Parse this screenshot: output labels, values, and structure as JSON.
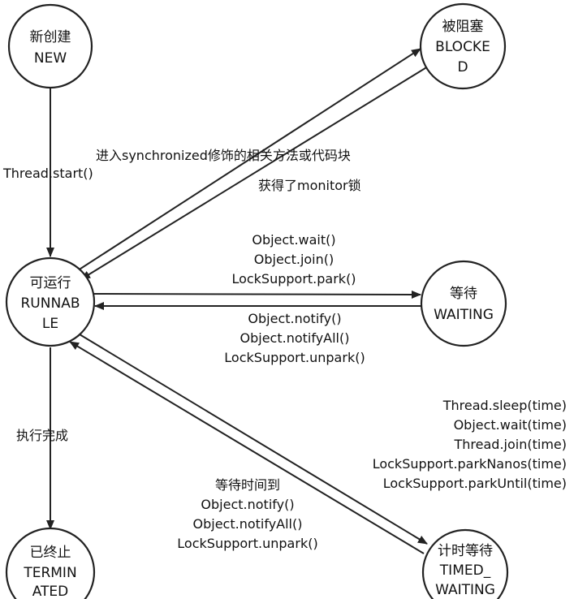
{
  "states": {
    "new": {
      "line1": "新创建",
      "line2": "NEW"
    },
    "blocked": {
      "line1": "被阻塞",
      "line2": "BLOCKE",
      "line3": "D"
    },
    "runnable": {
      "line1": "可运行",
      "line2": "RUNNAB",
      "line3": "LE"
    },
    "waiting": {
      "line1": "等待",
      "line2": "WAITING"
    },
    "terminated": {
      "line1": "已终止",
      "line2": "TERMIN",
      "line3": "ATED"
    },
    "timed_waiting": {
      "line1": "计时等待",
      "line2": "TIMED_",
      "line3": "WAITING"
    }
  },
  "transitions": {
    "new_to_runnable": "Thread.start()",
    "runnable_to_blocked": "进入synchronized修饰的相关方法或代码块",
    "blocked_to_runnable": "获得了monitor锁",
    "runnable_to_waiting": [
      "Object.wait()",
      "Object.join()",
      "LockSupport.park()"
    ],
    "waiting_to_runnable": [
      "Object.notify()",
      "Object.notifyAll()",
      "LockSupport.unpark()"
    ],
    "runnable_to_terminated": "执行完成",
    "runnable_to_timed_waiting": [
      "Thread.sleep(time)",
      "Object.wait(time)",
      "Thread.join(time)",
      "LockSupport.parkNanos(time)",
      "LockSupport.parkUntil(time)"
    ],
    "timed_waiting_to_runnable": [
      "等待时间到",
      "Object.notify()",
      "Object.notifyAll()",
      "LockSupport.unpark()"
    ]
  }
}
